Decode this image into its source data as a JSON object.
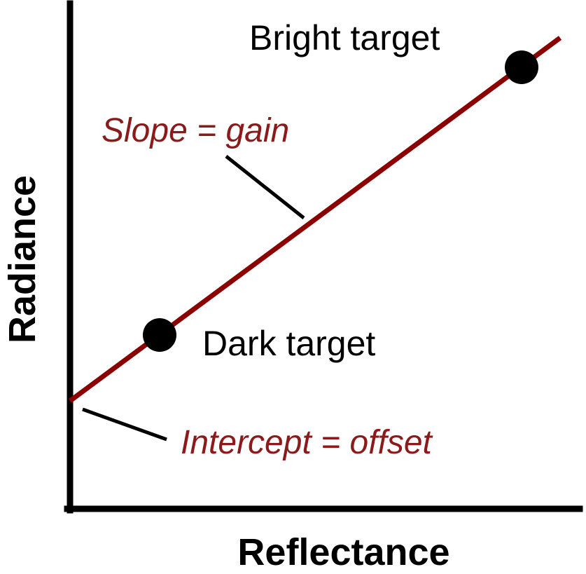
{
  "diagram": {
    "x_axis_label": "Reflectance",
    "y_axis_label": "Radiance",
    "points": {
      "bright": "Bright target",
      "dark": "Dark target"
    },
    "annotations": {
      "slope": "Slope = gain",
      "intercept": "Intercept = offset"
    },
    "colors": {
      "axes": "#000000",
      "line": "#8b0000",
      "annotation_text": "#8b1a1a",
      "points": "#000000"
    }
  }
}
